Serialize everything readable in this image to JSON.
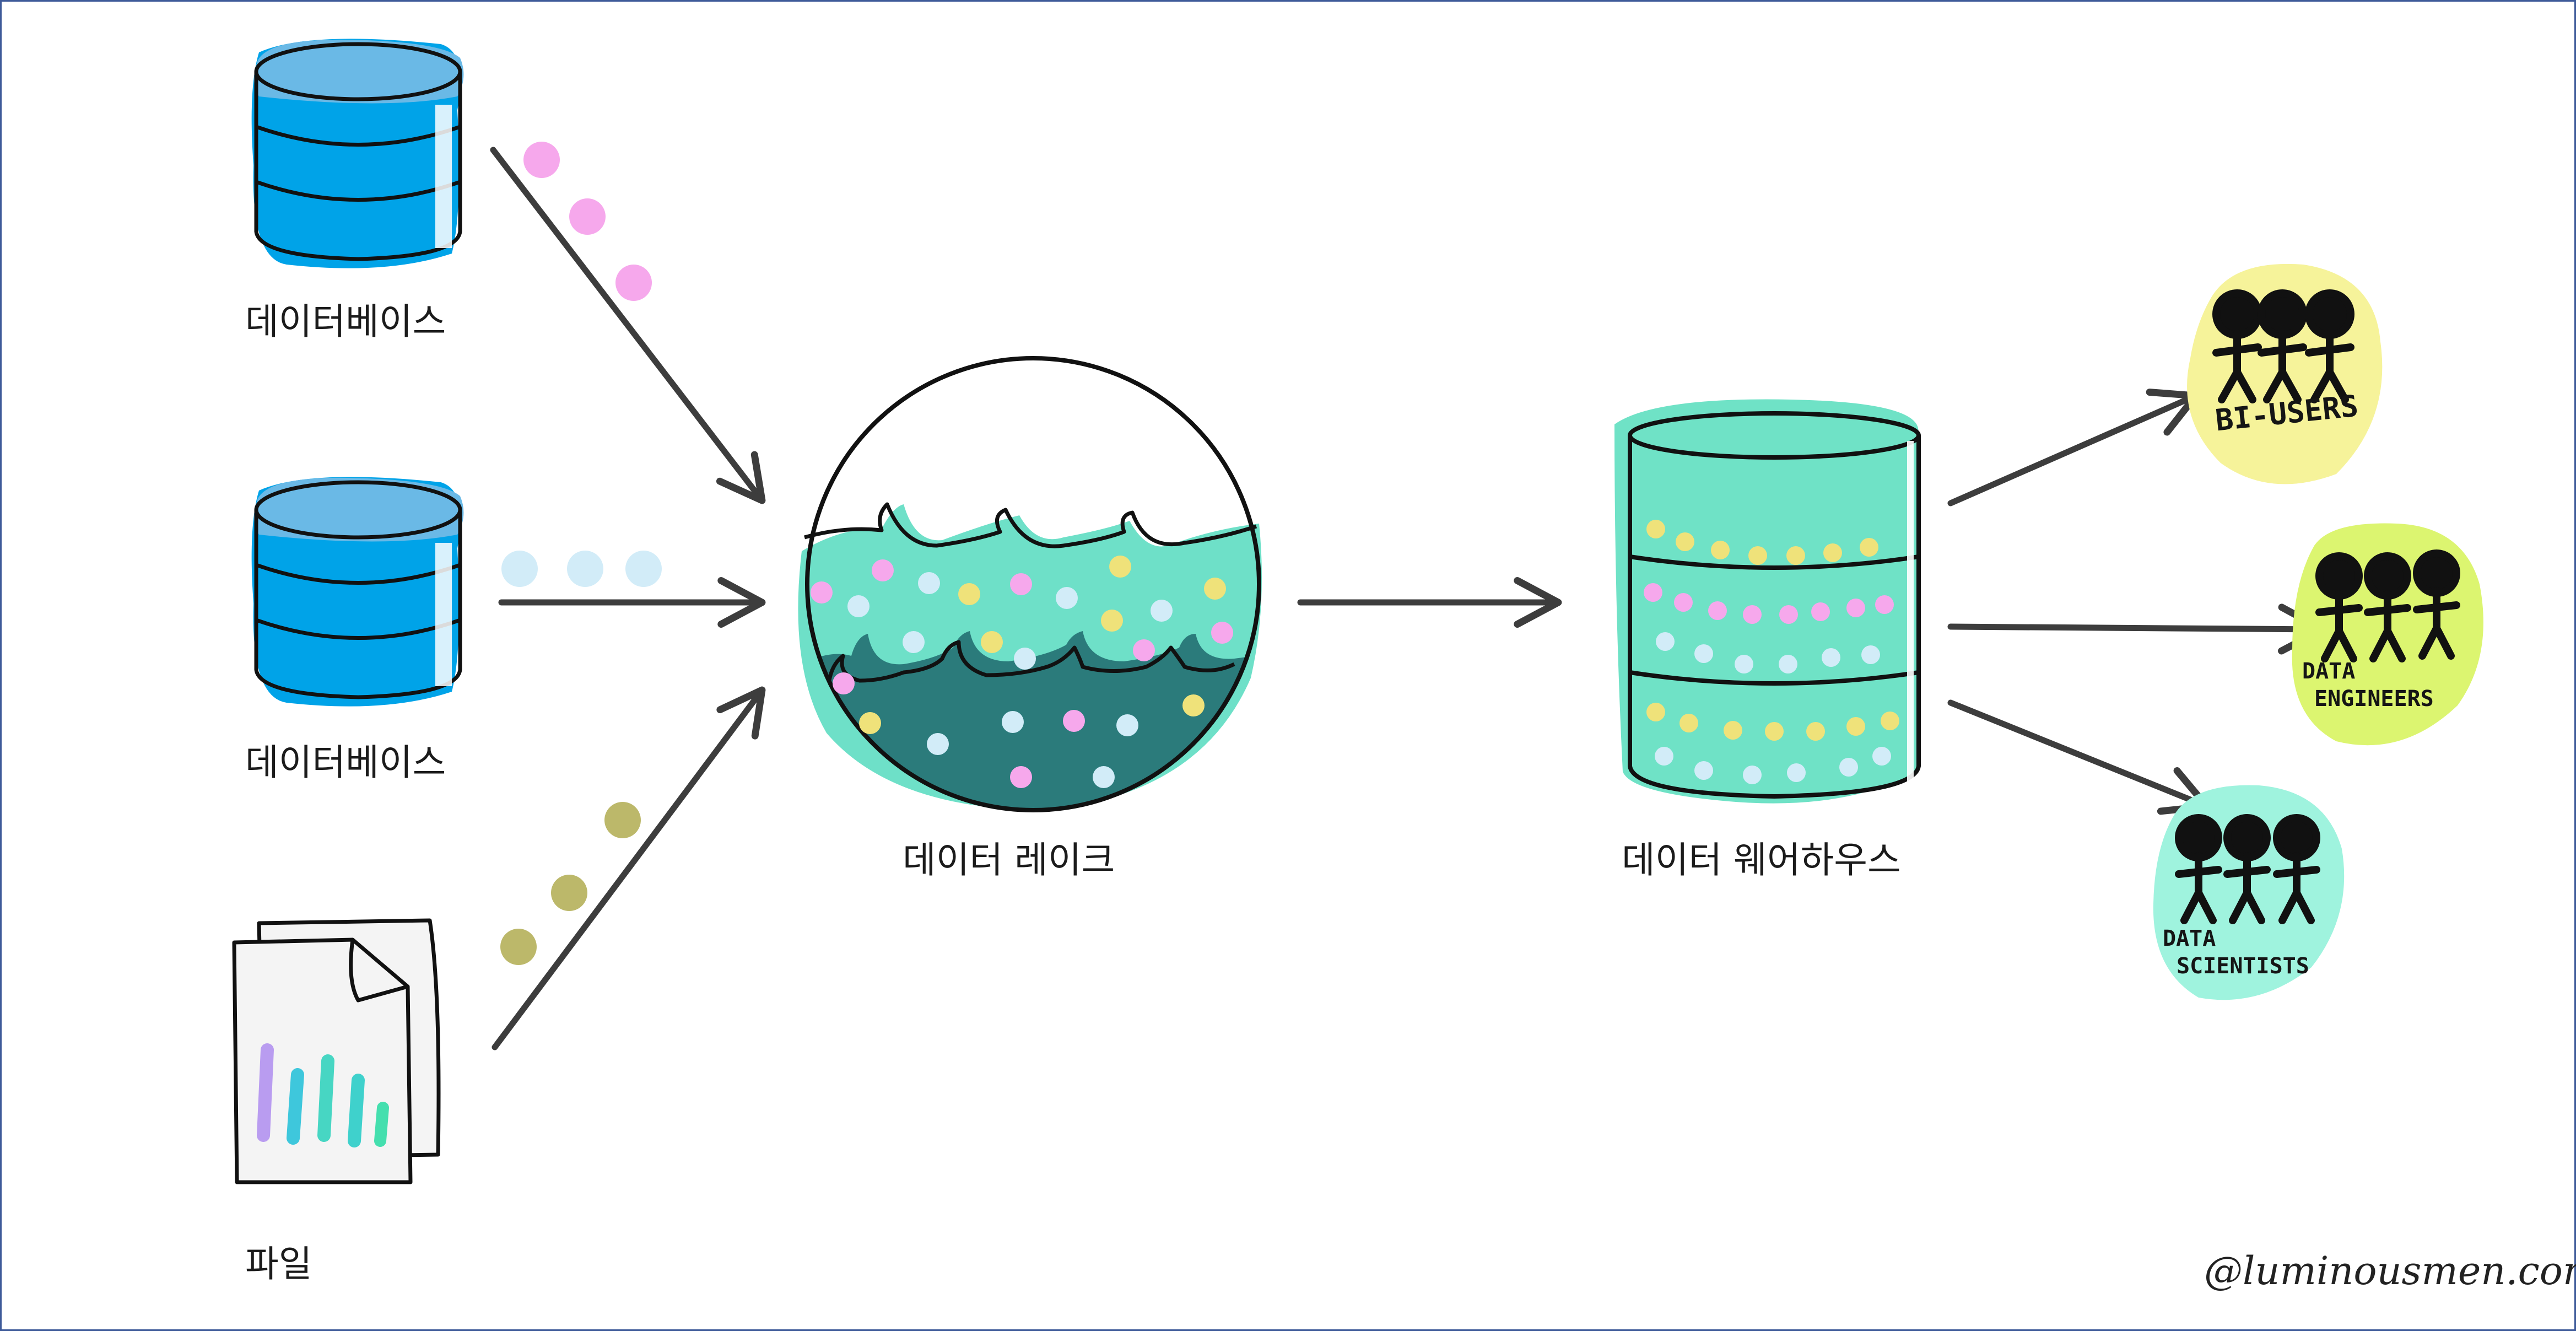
{
  "sources": {
    "db1_label": "데이터베이스",
    "db2_label": "데이터베이스",
    "file_label": "파일"
  },
  "lake": {
    "label": "데이터 레이크"
  },
  "warehouse": {
    "label": "데이터 웨어하우스"
  },
  "consumers": {
    "bi_users": "BI-USERS",
    "data_engineers": [
      "DATA",
      "ENGINEERS"
    ],
    "data_scientists": [
      "DATA",
      "SCIENTISTS"
    ]
  },
  "credit": "@luminousmen.com",
  "icons": [
    "database-icon",
    "document-chart-icon",
    "lake-circle-icon",
    "warehouse-cylinder-icon",
    "people-icon"
  ],
  "colors": {
    "db_blue": "#00a3e8",
    "db_top": "#6ab9e6",
    "lake_teal": "#6ee0c8",
    "lake_dark": "#2b7b7b",
    "warehouse_teal": "#6fe2c6",
    "pink_dot": "#f6a8ec",
    "lightblue_dot": "#d2ecf8",
    "olive_dot": "#bcb86a",
    "yellow_dot": "#efe27a",
    "bi_yellow": "#f6f39a",
    "eng_lime": "#dcf570",
    "sci_teal": "#9ff3de",
    "arrow": "#3d3d3d",
    "frame_blue": "#3e5a99"
  }
}
